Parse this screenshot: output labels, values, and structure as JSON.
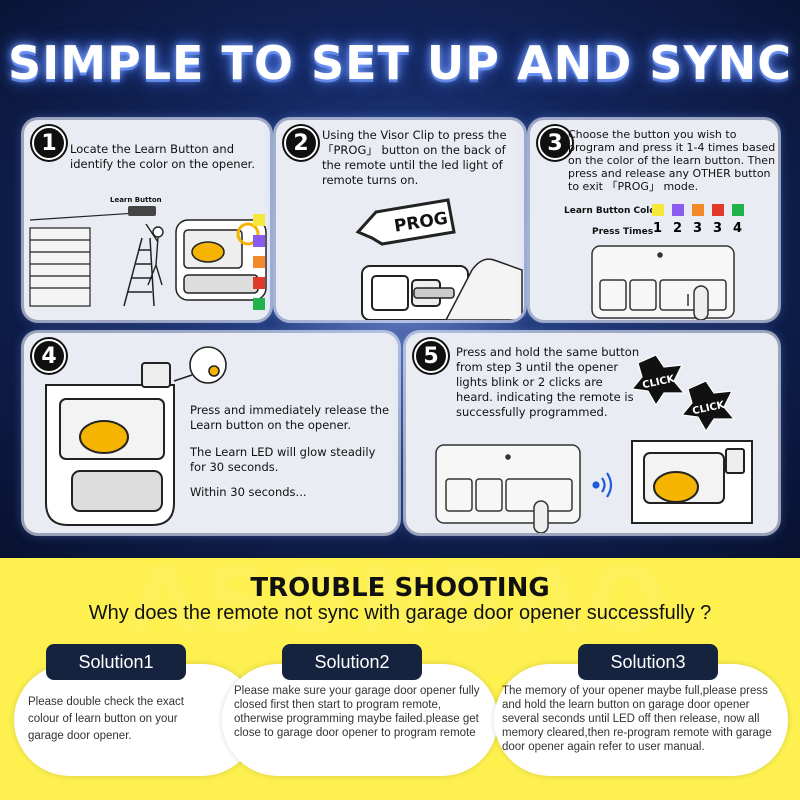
{
  "title": "SIMPLE TO SET UP AND SYNC",
  "steps": [
    {
      "number": "1",
      "text": "Locate the Learn Button and identify the color on the opener.",
      "label": "Learn Button"
    },
    {
      "number": "2",
      "text": "Using the Visor Clip to press the 「PROG」 button on the back of the remote until the led light of remote turns on.",
      "label": "PROG"
    },
    {
      "number": "3",
      "text": "Choose the button you wish to program and press it 1-4 times based on the color of the learn button. Then press and release any OTHER button to exit 「PROG」 mode.",
      "color_label": "Learn Button Color",
      "press_label": "Press Times",
      "press_counts": [
        "1",
        "2",
        "3",
        "3",
        "4"
      ]
    },
    {
      "number": "4",
      "text_1": "Press and immediately release the Learn button on the opener.",
      "text_2": "The Learn LED will glow steadily for 30 seconds.",
      "text_3": "Within 30 seconds..."
    },
    {
      "number": "5",
      "text": "Press and hold the same button from step 3 until the opener lights blink or 2 clicks are heard. indicating the remote is successfully programmed.",
      "click_1": "CLICK",
      "click_2": "CLICK"
    }
  ],
  "learn_colors": [
    "#f6e83a",
    "#8a5cf0",
    "#f28a2a",
    "#e23a2a",
    "#22b24c"
  ],
  "trouble": {
    "title": "TROUBLE SHOOTING",
    "subtitle": "Why does the remote not sync with garage door opener successfully ?",
    "solutions": [
      {
        "label": "Solution1",
        "text": "Please double check the exact colour of learn button on your garage door opener."
      },
      {
        "label": "Solution2",
        "text": "Please make sure your garage door opener fully closed first then start to program remote, otherwise programming maybe failed.please get close to garage door opener to program remote"
      },
      {
        "label": "Solution3",
        "text": "The memory of your opener maybe full,please press and hold the learn button on garage door opener several seconds until LED off then release, now all memory cleared,then re-program remote with garage door opener again refer to user manual."
      }
    ]
  },
  "watermark": "ASONBAO"
}
